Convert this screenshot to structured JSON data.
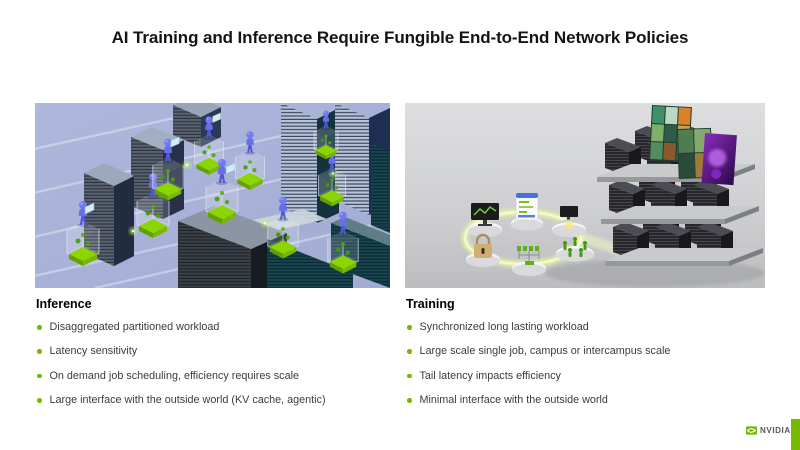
{
  "slide": {
    "title": "AI Training and Inference Require Fungible End-to-End Network Policies"
  },
  "inference": {
    "heading": "Inference",
    "bullets": [
      "Disaggregated partitioned workload",
      "Latency sensitivity",
      "On demand job scheduling, efficiency requires scale",
      "Large interface with the outside world (KV cache, agentic)"
    ]
  },
  "training": {
    "heading": "Training",
    "bullets": [
      "Synchronized long lasting workload",
      "Large scale single job, campus or intercampus scale",
      "Tail latency impacts efficiency",
      "Minimal interface with the outside world"
    ]
  },
  "footer": {
    "brand": "NVIDIA"
  },
  "colors": {
    "nvidia_green": "#76b900",
    "platform_green": "#82cc00",
    "figure_blue": "#6a71ea",
    "title_text": "#141414",
    "body_text": "#3c3c3c",
    "left_bg": "#a9b2d8",
    "right_bg": "#cfd0d2"
  },
  "illustrations": {
    "inference_scene": "Isometric data center: blue user figures on glowing green glass platforms among server rack towers",
    "training_scene": "Stacked server racks with media panels above and a glowing ring of workload icons",
    "training_ring_icons": [
      "monitor-chart",
      "checklist-card",
      "workstation",
      "people-group",
      "tree-diagram",
      "padlock"
    ]
  }
}
